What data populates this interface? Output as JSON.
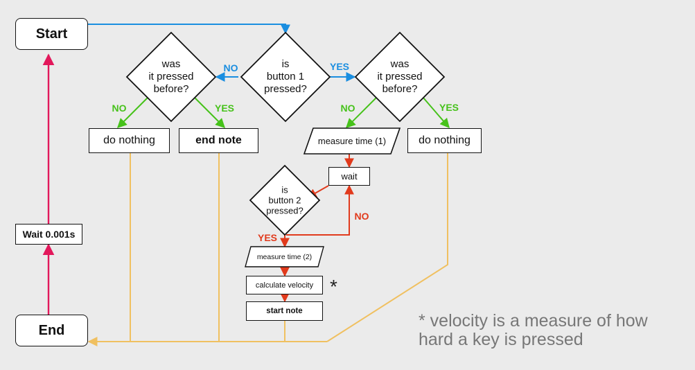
{
  "colors": {
    "blue": "#1a8ee0",
    "magenta": "#e2185b",
    "red": "#e13a1c",
    "green": "#46c21a",
    "yellow": "#f0c060",
    "note_gray": "#777777"
  },
  "nodes": {
    "start": "Start",
    "end": "End",
    "wait_short": "Wait 0.001s",
    "decision_button1": [
      "is",
      "button 1",
      "pressed?"
    ],
    "decision_pressed_left": [
      "was",
      "it pressed",
      "before?"
    ],
    "decision_pressed_right": [
      "was",
      "it pressed",
      "before?"
    ],
    "decision_button2": [
      "is",
      "button 2",
      "pressed?"
    ],
    "do_nothing_left": "do nothing",
    "end_note": "end note",
    "measure_time_1": "measure time (1)",
    "do_nothing_right": "do nothing",
    "wait": "wait",
    "measure_time_2": "measure time (2)",
    "calculate_velocity": "calculate velocity",
    "start_note": "start note"
  },
  "labels": {
    "no_left": "NO",
    "yes_right": "YES",
    "left_no": "NO",
    "left_yes": "YES",
    "right_no": "NO",
    "right_yes": "YES",
    "b2_no": "NO",
    "b2_yes": "YES"
  },
  "annotation": {
    "asterisk": "*",
    "note_line1": "* velocity is a measure of how",
    "note_line2": "hard a key is pressed"
  }
}
